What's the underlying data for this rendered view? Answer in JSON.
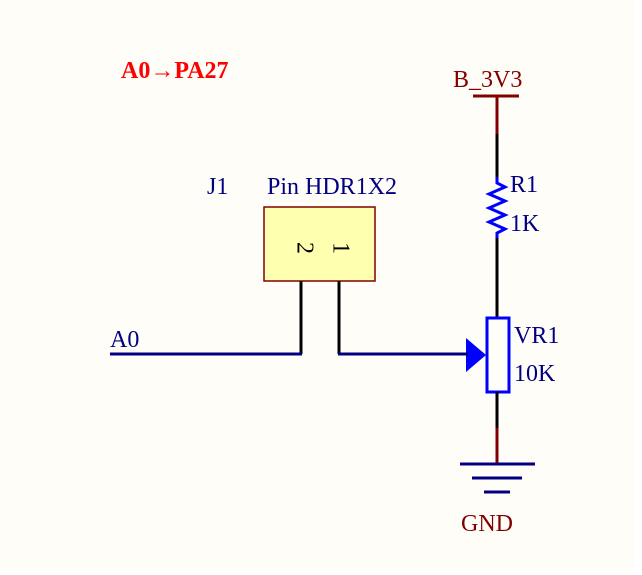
{
  "title": "A0→PA27",
  "net_label_a0": "A0",
  "power_port": "B_3V3",
  "ground_port": "GND",
  "header": {
    "designator": "J1",
    "comment": "Pin HDR1X2",
    "pin1": "1",
    "pin2": "2"
  },
  "resistor": {
    "designator": "R1",
    "value": "1K"
  },
  "potentiometer": {
    "designator": "VR1",
    "value": "10K"
  },
  "colors": {
    "background": "#fffdf7",
    "wire": "#000080",
    "power": "#800000",
    "component_line": "#0000ff",
    "header_fill": "#ffffb0",
    "header_border": "#800000",
    "title": "#ff0000",
    "pin_line": "#000000"
  }
}
